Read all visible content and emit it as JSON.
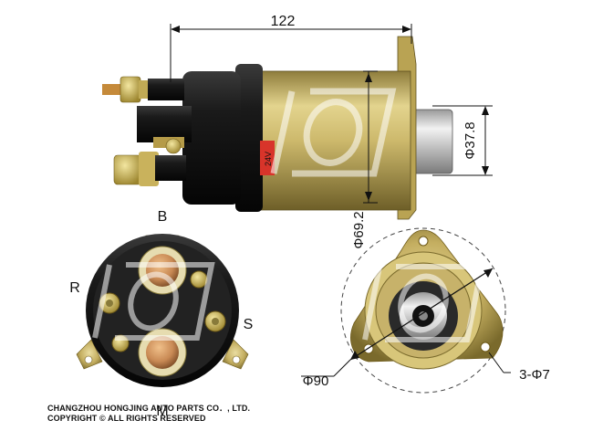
{
  "dimensions": {
    "length": "122",
    "shaft_diameter": "Φ37.8",
    "body_diameter": "Φ69.2",
    "flange_diameter": "Φ90",
    "mount_holes": "3-Φ7"
  },
  "terminals": {
    "b": "B",
    "r": "R",
    "s": "S",
    "m": "M"
  },
  "body_label": "24V",
  "footer": {
    "company": "CHANGZHOU HONGJING AUTO PARTS CO．, LTD.",
    "copyright": "COPYRIGHT © ALL RIGHTS RESERVED"
  },
  "colors": {
    "brass": "#c9b56a",
    "black": "#1c1c1c",
    "copper": "#c98a55",
    "red_label": "#d8342a"
  }
}
